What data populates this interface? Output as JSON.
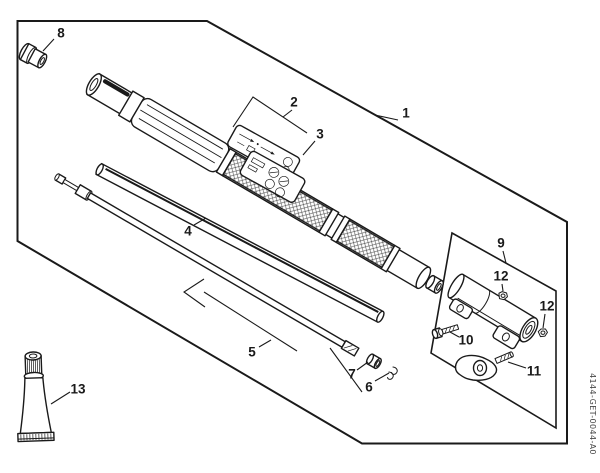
{
  "diagram": {
    "drawing_number": "4144-GET-0044-A0",
    "callouts": [
      {
        "label": "1"
      },
      {
        "label": "2"
      },
      {
        "label": "3"
      },
      {
        "label": "4"
      },
      {
        "label": "5"
      },
      {
        "label": "6"
      },
      {
        "label": "7"
      },
      {
        "label": "8"
      },
      {
        "label": "9"
      },
      {
        "label": "10"
      },
      {
        "label": "11"
      },
      {
        "label": "12"
      },
      {
        "label": "12"
      },
      {
        "label": "13"
      }
    ],
    "colors": {
      "line": "#1a1a1a",
      "background": "#ffffff"
    }
  }
}
